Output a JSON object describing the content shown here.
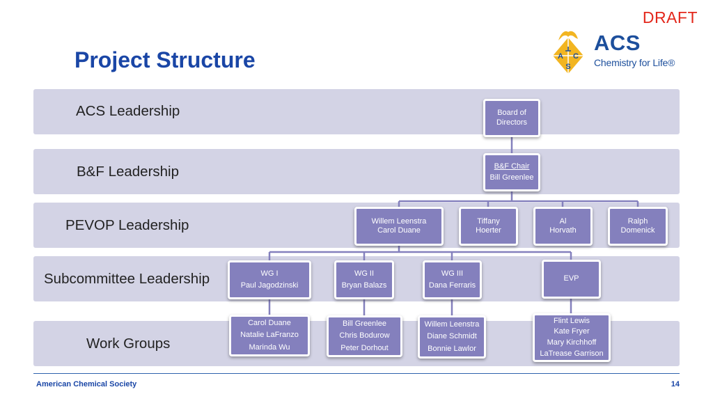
{
  "draft_label": "DRAFT",
  "title": "Project Structure",
  "logo": {
    "name": "ACS",
    "tagline": "Chemistry for Life®",
    "seal_letters": [
      "A",
      "C",
      "S"
    ],
    "colors": {
      "text": "#1d4f9c",
      "seal": "#f2b521"
    }
  },
  "colors": {
    "band": "#d3d3e5",
    "node": "#8480bd",
    "title": "#1a46a6",
    "draft": "#e3271b",
    "connector": "#8480bd"
  },
  "bands": [
    {
      "label": "ACS Leadership"
    },
    {
      "label": "B&F Leadership"
    },
    {
      "label": "PEVOP Leadership"
    },
    {
      "label": "Subcommittee Leadership"
    },
    {
      "label": "Work Groups"
    }
  ],
  "nodes": {
    "board": {
      "lines": [
        "Board of",
        "Directors"
      ]
    },
    "bf_chair": {
      "lines": [
        "B&F Chair",
        "Bill Greenlee"
      ]
    },
    "pevop": [
      {
        "lines": [
          "Willem Leenstra",
          "Carol Duane"
        ]
      },
      {
        "lines": [
          "Tiffany",
          "Hoerter"
        ]
      },
      {
        "lines": [
          "Al",
          "Horvath"
        ]
      },
      {
        "lines": [
          "Ralph",
          "Domenick"
        ]
      }
    ],
    "subcommittee": [
      {
        "lines": [
          "WG I",
          "Paul Jagodzinski"
        ]
      },
      {
        "lines": [
          "WG II",
          "Bryan Balazs"
        ]
      },
      {
        "lines": [
          "WG III",
          "Dana Ferraris"
        ]
      },
      {
        "lines": [
          "EVP"
        ]
      }
    ],
    "workgroups": [
      {
        "lines": [
          "Carol Duane",
          "Natalie LaFranzo",
          "Marinda Wu"
        ]
      },
      {
        "lines": [
          "Bill Greenlee",
          "Chris Bodurow",
          "Peter Dorhout"
        ]
      },
      {
        "lines": [
          "Willem Leenstra",
          "Diane Schmidt",
          "Bonnie Lawlor"
        ]
      },
      {
        "lines": [
          "Flint Lewis",
          "Kate Fryer",
          "Mary Kirchhoff",
          "LaTrease Garrison"
        ]
      }
    ]
  },
  "footer": {
    "organization": "American Chemical Society",
    "page_number": "14"
  }
}
